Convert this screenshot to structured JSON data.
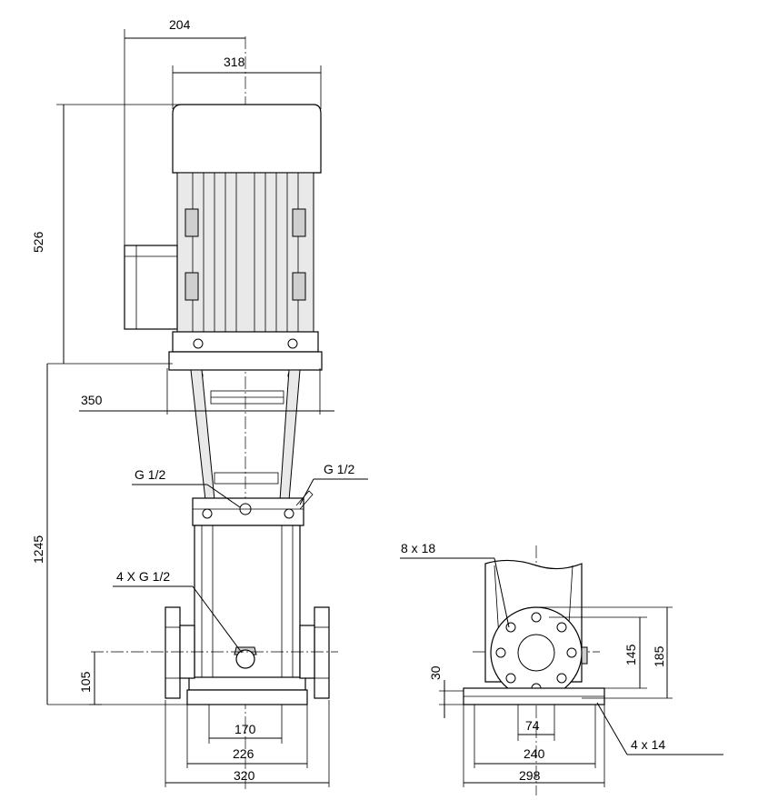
{
  "dimensions": {
    "d204": "204",
    "d318": "318",
    "d526": "526",
    "d350": "350",
    "d1245": "1245",
    "d105": "105",
    "d170": "170",
    "d226": "226",
    "d320": "320",
    "d30": "30",
    "d145": "145",
    "d185": "185",
    "d74": "74",
    "d240": "240",
    "d298": "298"
  },
  "callouts": {
    "g12_left": "G 1/2",
    "g12_right": "G 1/2",
    "g12_x4": "4 X G 1/2",
    "holes_8x18": "8 x 18",
    "holes_4x14": "4 x 14"
  }
}
